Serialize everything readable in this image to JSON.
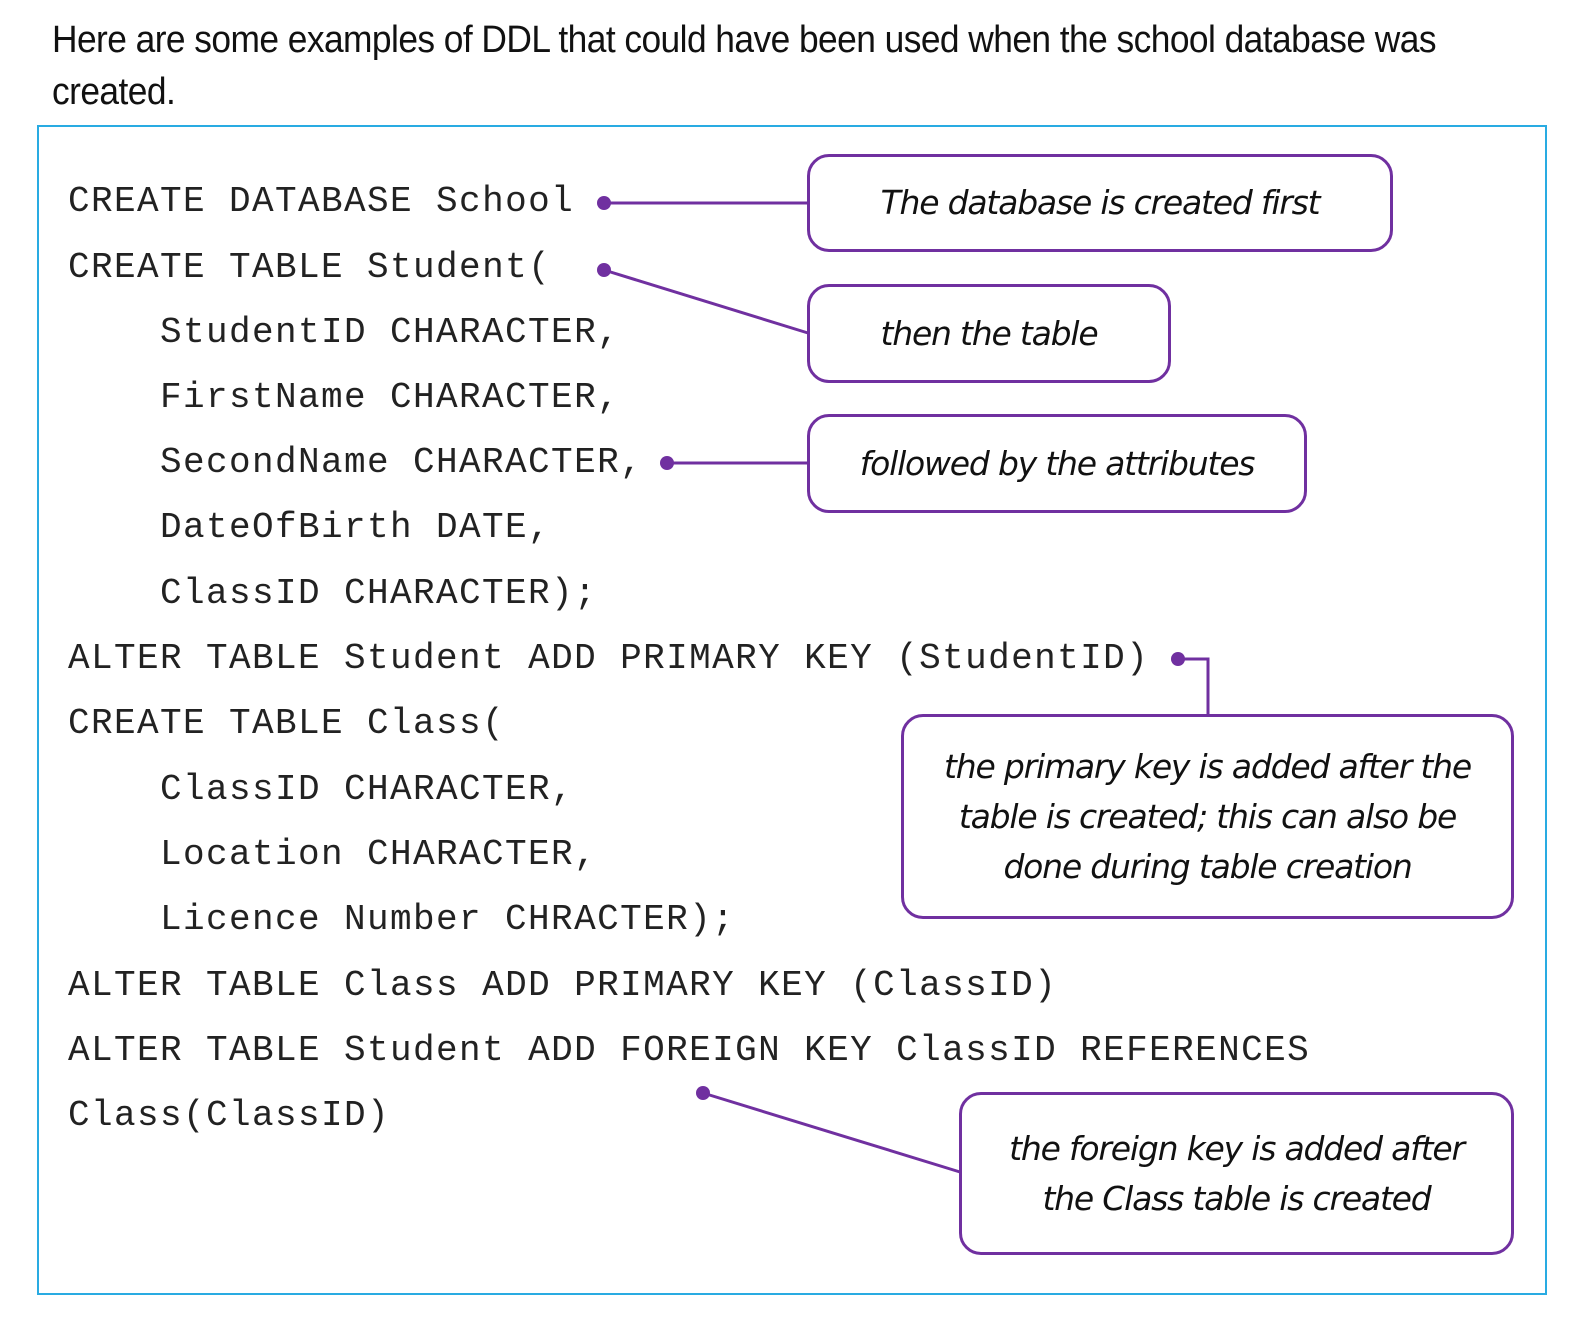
{
  "intro": "Here are some examples of DDL that could have been used when the school database was created.",
  "code_lines": [
    "CREATE DATABASE School",
    "CREATE TABLE Student(",
    "StudentID CHARACTER,",
    "FirstName CHARACTER,",
    "SecondName CHARACTER,",
    "DateOfBirth DATE,",
    "ClassID CHARACTER);",
    "ALTER TABLE Student ADD PRIMARY KEY (StudentID)",
    "CREATE TABLE Class(",
    "ClassID CHARACTER,",
    "Location CHARACTER,",
    "Licence Number CHRACTER);",
    "ALTER TABLE Class ADD PRIMARY KEY (ClassID)",
    "ALTER TABLE Student ADD FOREIGN KEY ClassID REFERENCES",
    "Class(ClassID)"
  ],
  "callouts": [
    "The database is created first",
    "then the table",
    "followed by the attributes",
    "the primary key is added after the table is created; this can also be done during table creation",
    "the foreign key is added after the Class table is created"
  ],
  "colors": {
    "frame": "#29abe2",
    "callout": "#7030a0"
  }
}
